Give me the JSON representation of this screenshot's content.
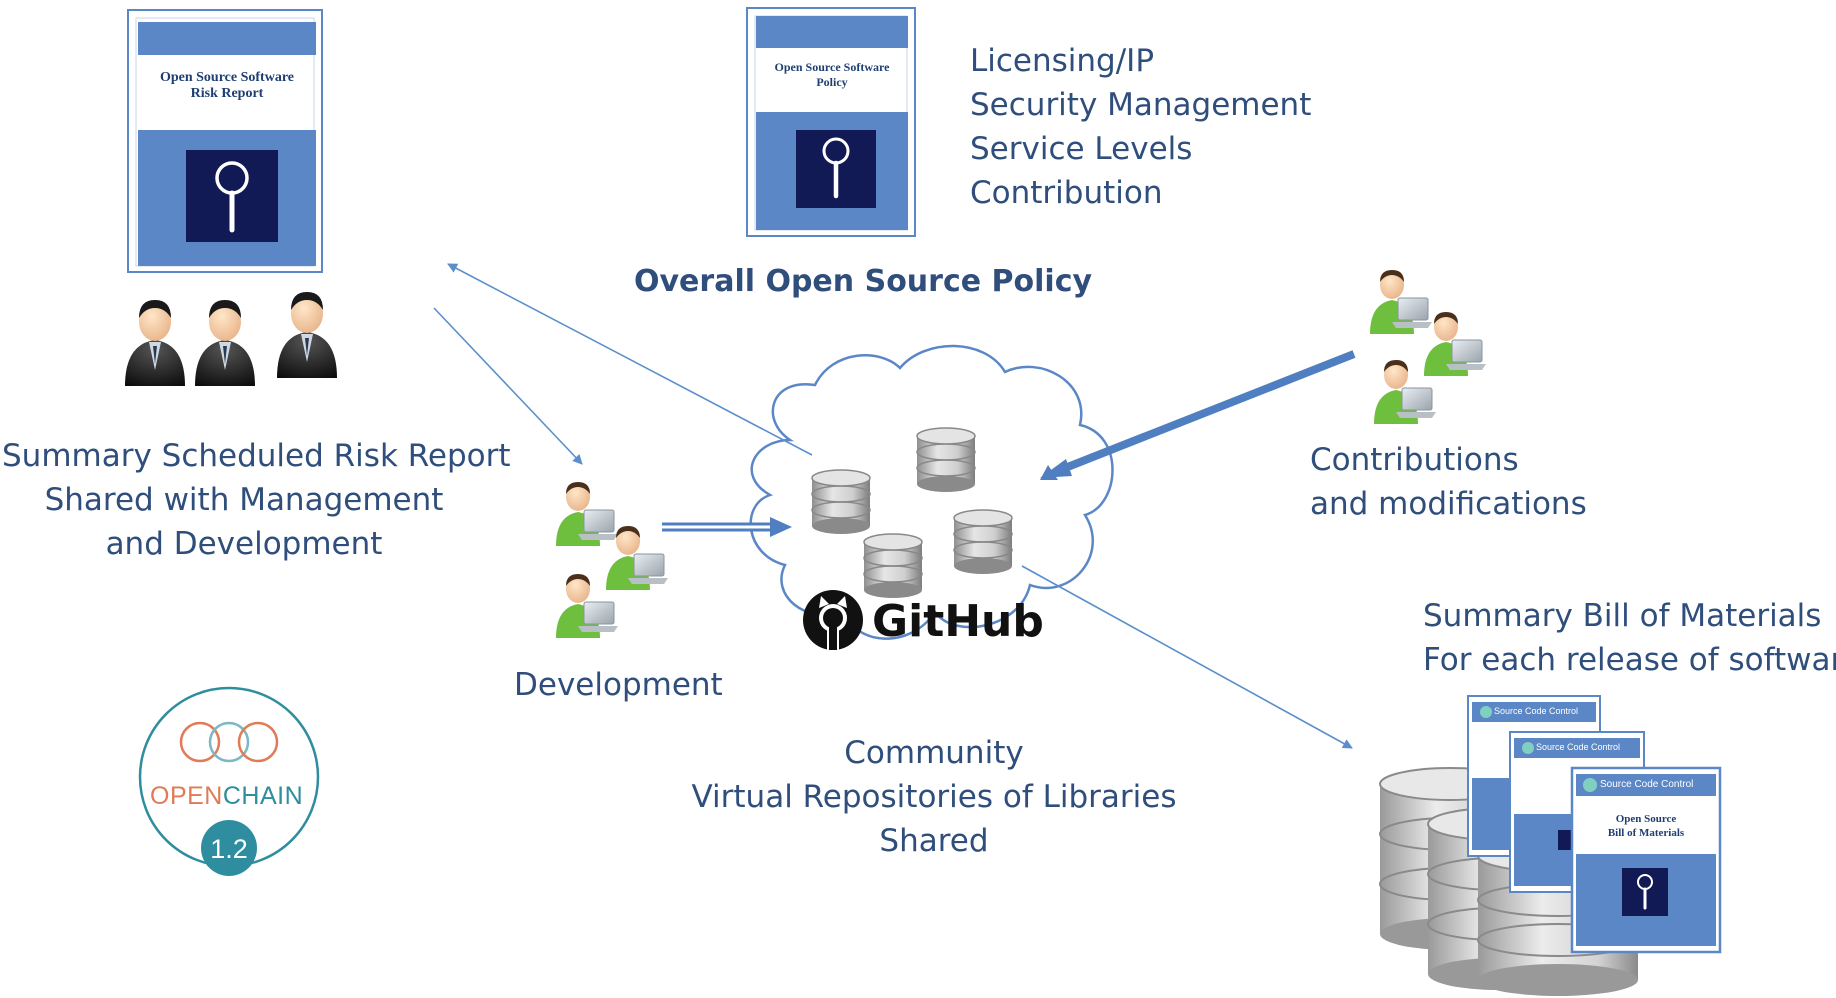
{
  "risk_report": {
    "doc_title_line1": "Open Source Software",
    "doc_title_line2": "Risk Report",
    "caption_line1": "Summary Scheduled Risk Report",
    "caption_line2": "Shared with Management",
    "caption_line3": "and Development"
  },
  "policy": {
    "doc_title_line1": "Open Source Software",
    "doc_title_line2": "Policy",
    "topics": [
      "Licensing/IP",
      "Security Management",
      "Service Levels",
      "Contribution"
    ],
    "caption": "Overall Open Source Policy"
  },
  "contributions": {
    "caption_line1": "Contributions",
    "caption_line2": "and modifications"
  },
  "development": {
    "caption": "Development"
  },
  "repository": {
    "brand": "GitHub",
    "caption_line1": "Community",
    "caption_line2": "Virtual Repositories of Libraries",
    "caption_line3": "Shared"
  },
  "bom": {
    "caption_line1": "Summary Bill of Materials",
    "caption_line2": "For each release of software",
    "doc_header": "Source Code Control",
    "doc_title_line1": "Open Source",
    "doc_title_line2": "Bill of Materials"
  },
  "openchain": {
    "name_part1": "OPEN",
    "name_part2": "CHAIN",
    "version": "1.2"
  },
  "colors": {
    "text": "#2f4e7c",
    "arrow": "#5b8fcc",
    "doc_blue": "#5b87c7",
    "doc_dark": "#121a55",
    "openchain_orange": "#e07b56",
    "openchain_teal": "#2f8da0"
  }
}
